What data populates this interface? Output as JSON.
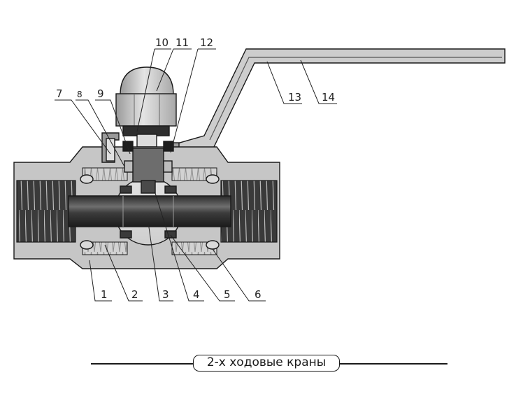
{
  "caption": "2-х ходовые краны",
  "callouts": [
    "1",
    "2",
    "3",
    "4",
    "5",
    "6",
    "7",
    "8",
    "9",
    "10",
    "11",
    "12",
    "13",
    "14"
  ],
  "colors": {
    "body_fill": "#c9c9c9",
    "dark_fill": "#3a3a3a",
    "mid_fill": "#8a8a8a",
    "light_fill": "#e6e6e6",
    "line": "#1a1a1a"
  }
}
